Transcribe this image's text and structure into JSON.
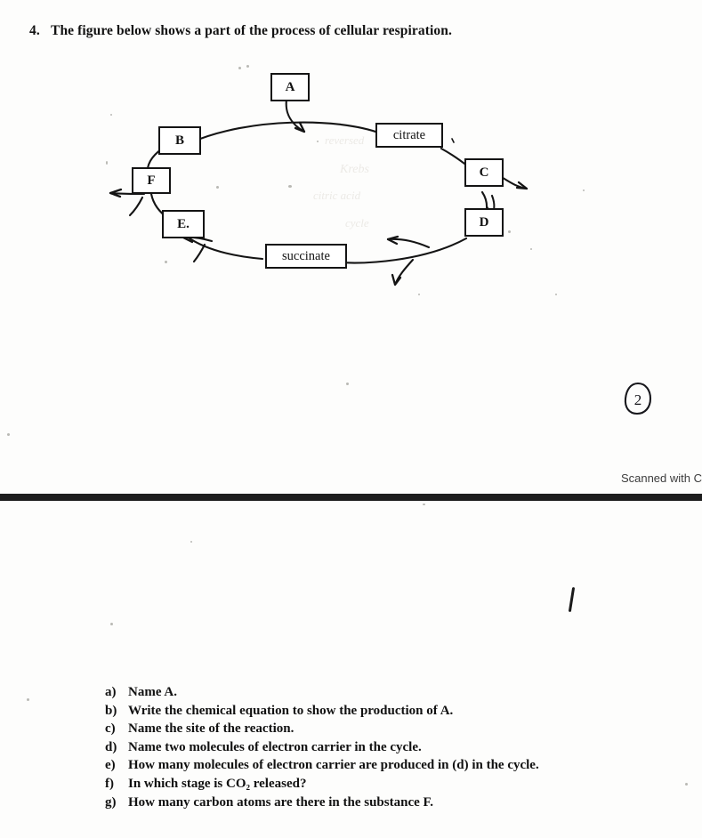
{
  "question": {
    "number": "4.",
    "text": "The figure below shows a part of the process of cellular respiration."
  },
  "diagram": {
    "type": "cycle-flow-diagram",
    "nodes": [
      {
        "id": "A",
        "label": "A",
        "kind": "letter",
        "position": "top"
      },
      {
        "id": "B",
        "label": "B",
        "kind": "letter",
        "position": "upper-left"
      },
      {
        "id": "citrate",
        "label": "citrate",
        "kind": "word",
        "position": "upper-right"
      },
      {
        "id": "C",
        "label": "C",
        "kind": "letter",
        "position": "right"
      },
      {
        "id": "D",
        "label": "D",
        "kind": "letter",
        "position": "lower-right"
      },
      {
        "id": "succinate",
        "label": "succinate",
        "kind": "word",
        "position": "bottom"
      },
      {
        "id": "E",
        "label": "E.",
        "kind": "letter",
        "position": "lower-left"
      },
      {
        "id": "F",
        "label": "F",
        "kind": "letter",
        "position": "left"
      }
    ]
  },
  "annotations": {
    "circled_mark": "2",
    "tally_mark": "/"
  },
  "watermark": {
    "text": "Scanned with C"
  },
  "sub_questions": [
    {
      "label": "a)",
      "text": "Name A."
    },
    {
      "label": "b)",
      "text": "Write the chemical equation to show the production of A."
    },
    {
      "label": "c)",
      "text": "Name the site of the reaction."
    },
    {
      "label": "d)",
      "text": "Name two molecules of electron carrier in the cycle."
    },
    {
      "label": "e)",
      "text": "How many molecules of electron carrier are produced in (d) in the cycle."
    },
    {
      "label": "f)",
      "text": "In which stage is CO₂ released?"
    },
    {
      "label": "g)",
      "text": "How many carbon atoms are there in the substance F."
    }
  ],
  "ghost_bleed": [
    "reversed",
    "Krebs",
    "citric acid",
    "cycle"
  ]
}
